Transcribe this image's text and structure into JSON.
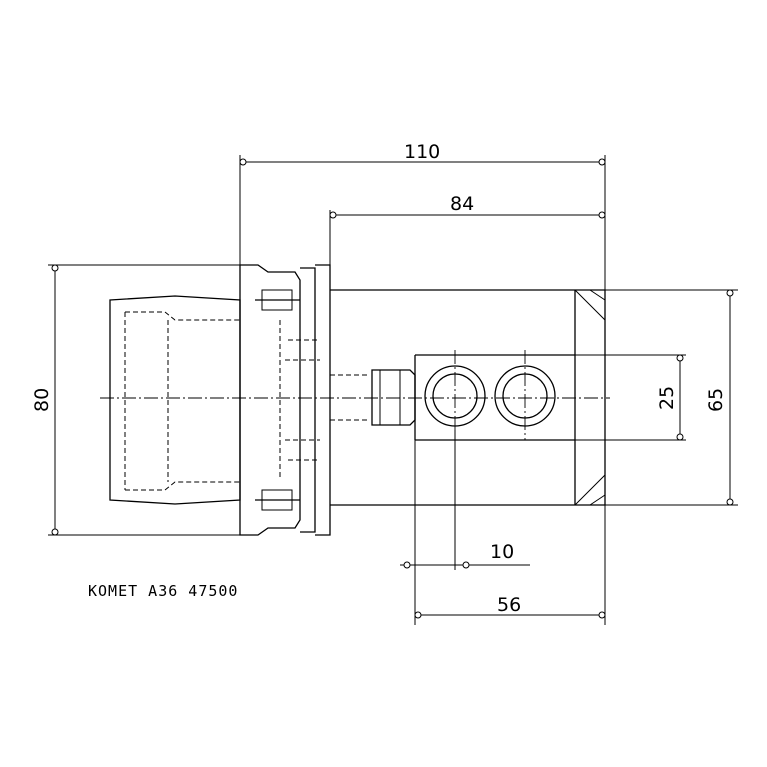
{
  "drawing": {
    "dimensions": {
      "overall_length": "110",
      "body_length": "84",
      "flange_height": "80",
      "body_height": "65",
      "bore_spacing": "25",
      "bore_offset": "10",
      "bore_block_length": "56"
    },
    "part_label": "KOMET A36 47500"
  }
}
